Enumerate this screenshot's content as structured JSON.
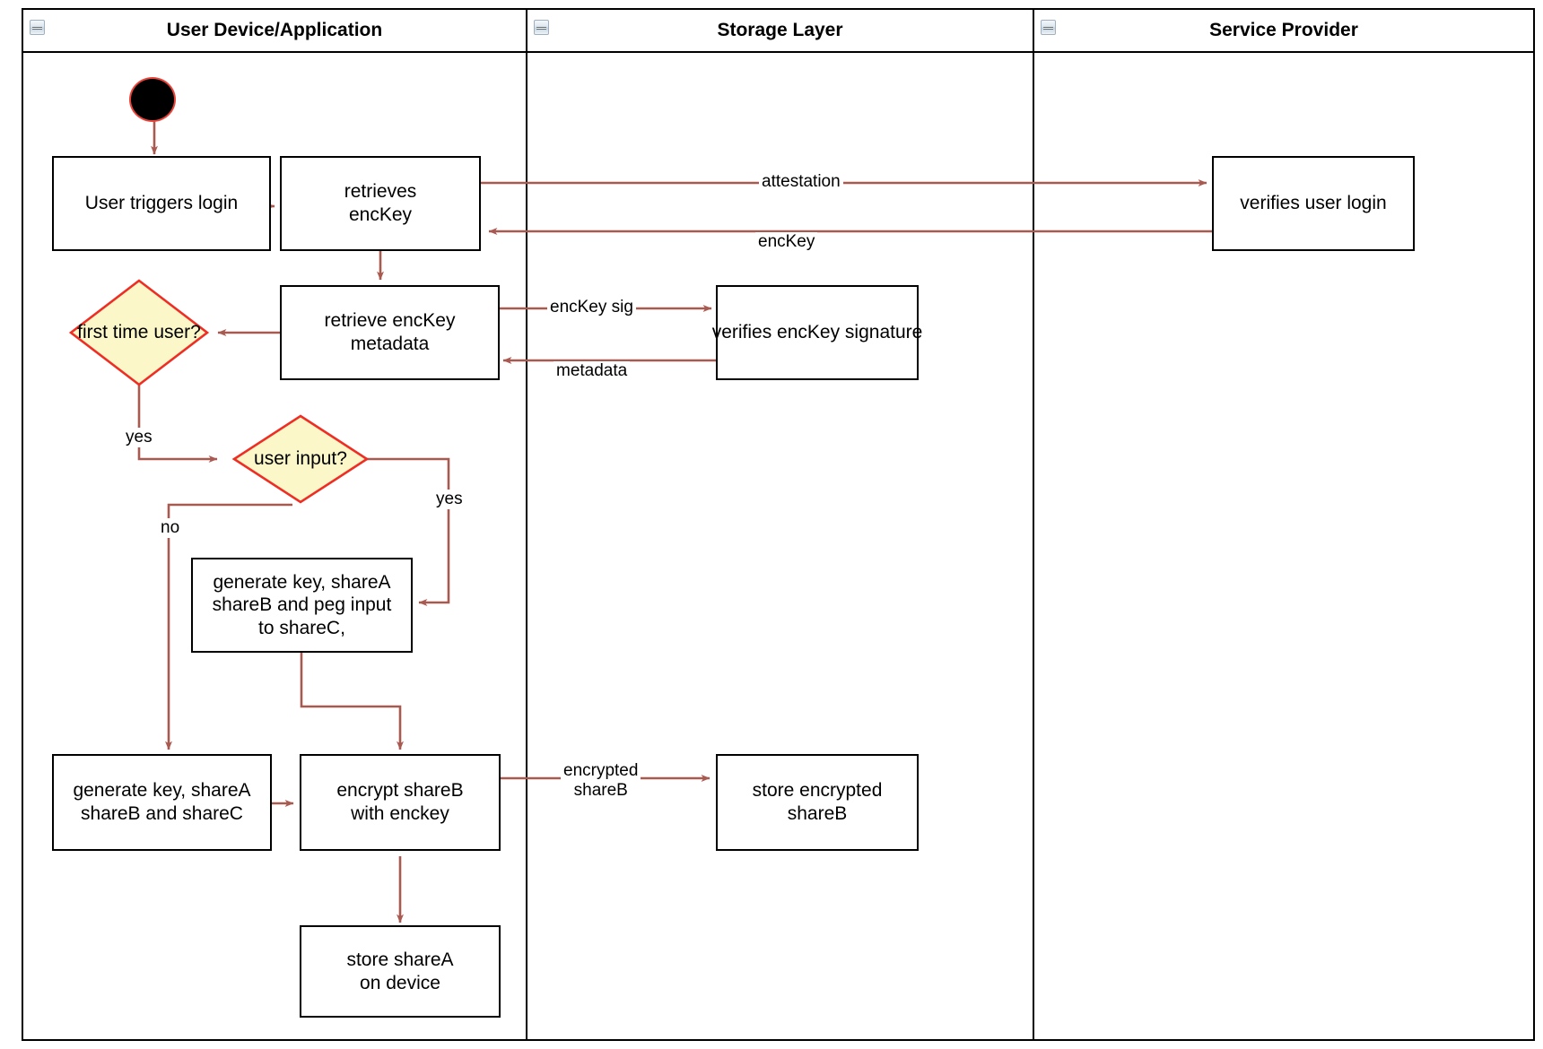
{
  "diagram": {
    "title": "Login / key-share provisioning activity diagram",
    "colors": {
      "edge": "#a85a50",
      "decision_fill": "#fbf7c8",
      "decision_stroke": "#ee2e24",
      "node_stroke": "#000000",
      "start_fill": "#000000",
      "start_stroke": "#e8443a",
      "frame_stroke": "#000000"
    },
    "lanes": [
      {
        "id": "user-device",
        "label": "User Device/Application",
        "collapse_icon": "collapse-minus-icon"
      },
      {
        "id": "storage-layer",
        "label": "Storage Layer",
        "collapse_icon": "collapse-minus-icon"
      },
      {
        "id": "service-provider",
        "label": "Service Provider",
        "collapse_icon": "collapse-minus-icon"
      }
    ],
    "start_node": {
      "name": "start-node"
    },
    "nodes": [
      {
        "id": "user-triggers-login",
        "lane": "user-device",
        "type": "action",
        "lines": [
          "User triggers login"
        ]
      },
      {
        "id": "retrieves-enckey",
        "lane": "user-device",
        "type": "action",
        "lines": [
          "retrieves",
          "encKey"
        ]
      },
      {
        "id": "retrieve-enckey-metadata",
        "lane": "user-device",
        "type": "action",
        "lines": [
          "retrieve encKey",
          "metadata"
        ]
      },
      {
        "id": "first-time-user",
        "lane": "user-device",
        "type": "decision",
        "lines": [
          "first time",
          "user?"
        ]
      },
      {
        "id": "user-input",
        "lane": "user-device",
        "type": "decision",
        "lines": [
          "user input?"
        ]
      },
      {
        "id": "generate-key-peg-input",
        "lane": "user-device",
        "type": "action",
        "lines": [
          "generate key, shareA",
          "shareB and peg input",
          "to shareC,"
        ]
      },
      {
        "id": "generate-key-shares",
        "lane": "user-device",
        "type": "action",
        "lines": [
          "generate key, shareA",
          "shareB and shareC"
        ]
      },
      {
        "id": "encrypt-shareb",
        "lane": "user-device",
        "type": "action",
        "lines": [
          "encrypt shareB",
          "with enckey"
        ]
      },
      {
        "id": "store-sharea-on-device",
        "lane": "user-device",
        "type": "action",
        "lines": [
          "store shareA",
          "on device"
        ]
      },
      {
        "id": "verifies-enckey-signature",
        "lane": "storage-layer",
        "type": "action",
        "lines": [
          "verifies encKey signature"
        ]
      },
      {
        "id": "store-encrypted-shareb",
        "lane": "storage-layer",
        "type": "action",
        "lines": [
          "store encrypted",
          "shareB"
        ]
      },
      {
        "id": "verifies-user-login",
        "lane": "service-provider",
        "type": "action",
        "lines": [
          "verifies user login"
        ]
      }
    ],
    "edge_labels": [
      {
        "id": "attestation",
        "lines": [
          "attestation"
        ]
      },
      {
        "id": "enckey",
        "lines": [
          "encKey"
        ]
      },
      {
        "id": "enckey-sig",
        "lines": [
          "encKey sig"
        ]
      },
      {
        "id": "metadata",
        "lines": [
          "metadata"
        ]
      },
      {
        "id": "yes-first-time",
        "lines": [
          "yes"
        ]
      },
      {
        "id": "yes-user-input",
        "lines": [
          "yes"
        ]
      },
      {
        "id": "no-user-input",
        "lines": [
          "no"
        ]
      },
      {
        "id": "encrypted-shareb",
        "lines": [
          "encrypted",
          "shareB"
        ]
      }
    ]
  }
}
